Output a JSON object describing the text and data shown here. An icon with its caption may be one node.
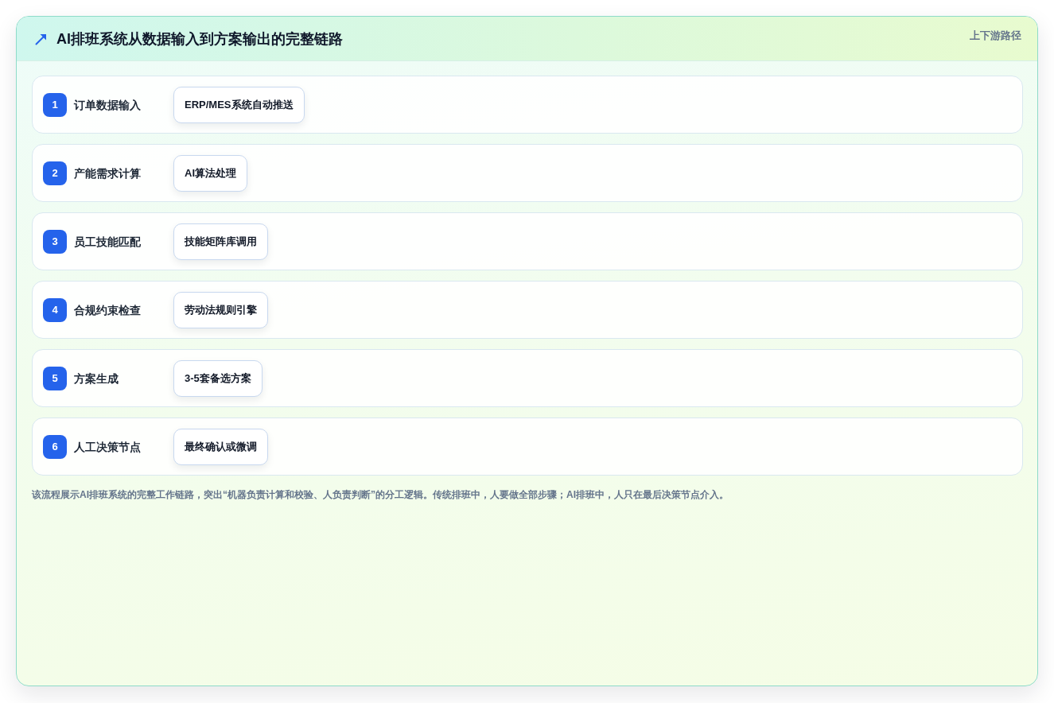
{
  "diagram": {
    "title": "AI排班系统从数据输入到方案输出的完整链路",
    "nodes": [
      {
        "text": [
          "订单数据输入"
        ]
      },
      {
        "text": [
          "1"
        ],
        "in": 0
      },
      {
        "text": [
          "ERP/MES系统自动推送"
        ],
        "in": 0
      },
      {
        "text": [
          "产能需求计算"
        ]
      },
      {
        "text": [
          "2"
        ],
        "in": 3
      },
      {
        "text": [
          "AI算法处理"
        ],
        "in": 3
      },
      {
        "text": [
          "员工技能匹配"
        ]
      },
      {
        "text": [
          "3"
        ],
        "in": 6
      },
      {
        "text": [
          "技能矩阵库调用"
        ],
        "in": 6
      },
      {
        "text": [
          "合规约束检查"
        ]
      },
      {
        "text": [
          "4"
        ],
        "in": 9
      },
      {
        "text": [
          "劳动法规则引擎"
        ],
        "in": 9
      },
      {
        "text": [
          "方案生成"
        ]
      },
      {
        "text": [
          "5"
        ],
        "in": 12
      },
      {
        "text": [
          "3-5套备选方案"
        ],
        "in": 12
      },
      {
        "text": [
          "人工决策节点"
        ]
      },
      {
        "text": [
          "6"
        ],
        "in": 15
      },
      {
        "text": [
          "最终确认或微调"
        ],
        "in": 15
      }
    ],
    "labels": [
      "上下游路径"
    ],
    "caption": "该流程展示AI排班系统的完整工作链路，突出“机器负责计算和校验、人负责判断”的分工逻辑。传统排班中，人要做全部步骤；AI排班中，人只在最后决策节点介入。"
  }
}
